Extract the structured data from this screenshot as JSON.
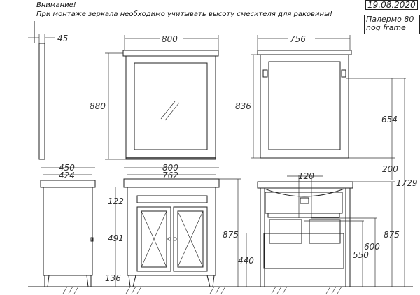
{
  "notes": {
    "warning_title": "Внимание!",
    "warning_text": "При монтаже зеркала необходимо учитывать высоту смесителя для раковины!"
  },
  "title_block": {
    "date": "19.08.2020",
    "product_line1": "Палермо 80",
    "product_line2": "nog frame"
  },
  "dimensions": {
    "mirror_depth": "45",
    "mirror_width": "800",
    "mirror_height": "880",
    "mirror_back_width": "756",
    "mirror_back_height": "836",
    "mount_height_654": "654",
    "gap_200": "200",
    "total_1729": "1729",
    "cabinet_depth": "450",
    "cabinet_inner_depth": "424",
    "cabinet_width": "800",
    "cabinet_inner_width": "762",
    "drawer_122": "122",
    "door_491": "491",
    "leg_136": "136",
    "cabinet_height_left": "875",
    "height_440": "440",
    "spacing_120": "120",
    "height_600": "600",
    "height_550": "550",
    "cabinet_height_right": "875"
  }
}
